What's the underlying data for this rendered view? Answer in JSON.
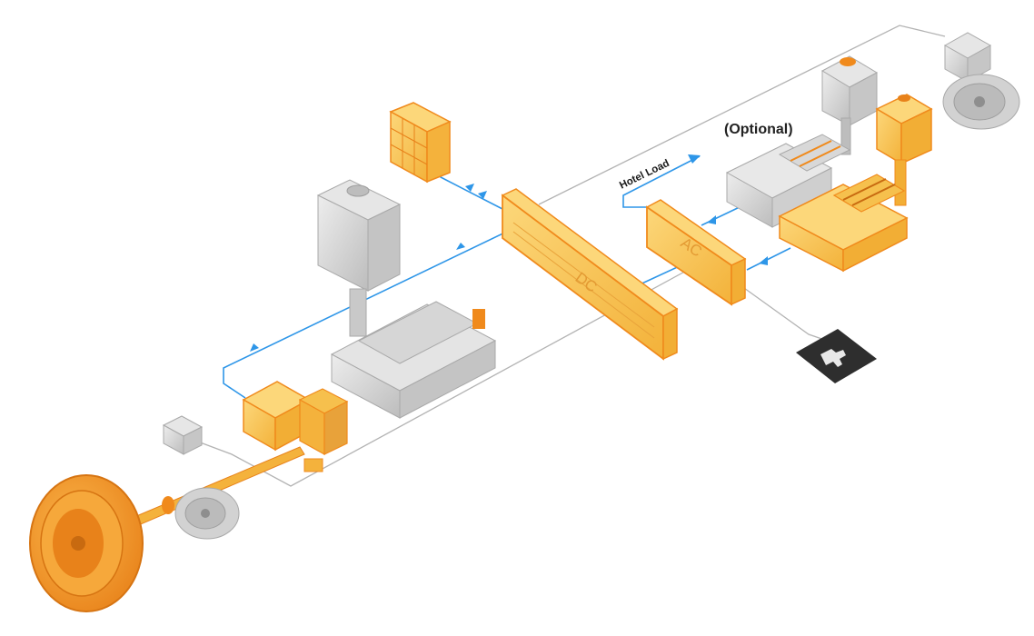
{
  "labels": {
    "optional": "(Optional)",
    "hotel_load": "Hotel Load",
    "dc": "DC",
    "ac": "AC"
  },
  "colors": {
    "orange_fill": "#F6BE45",
    "orange_light": "#FBD36A",
    "orange_edge": "#F08A1C",
    "orange_deep": "#E8821A",
    "grey_light": "#E2E2E2",
    "grey_mid": "#C9C9C9",
    "grey_dark": "#A9A9A9",
    "flow_blue": "#2E96E8",
    "wire_grey": "#B3B3B3",
    "shore_tile": "#2E2E2E"
  },
  "icons": [
    "battery-rack-icon",
    "shore-power-plug-icon"
  ]
}
